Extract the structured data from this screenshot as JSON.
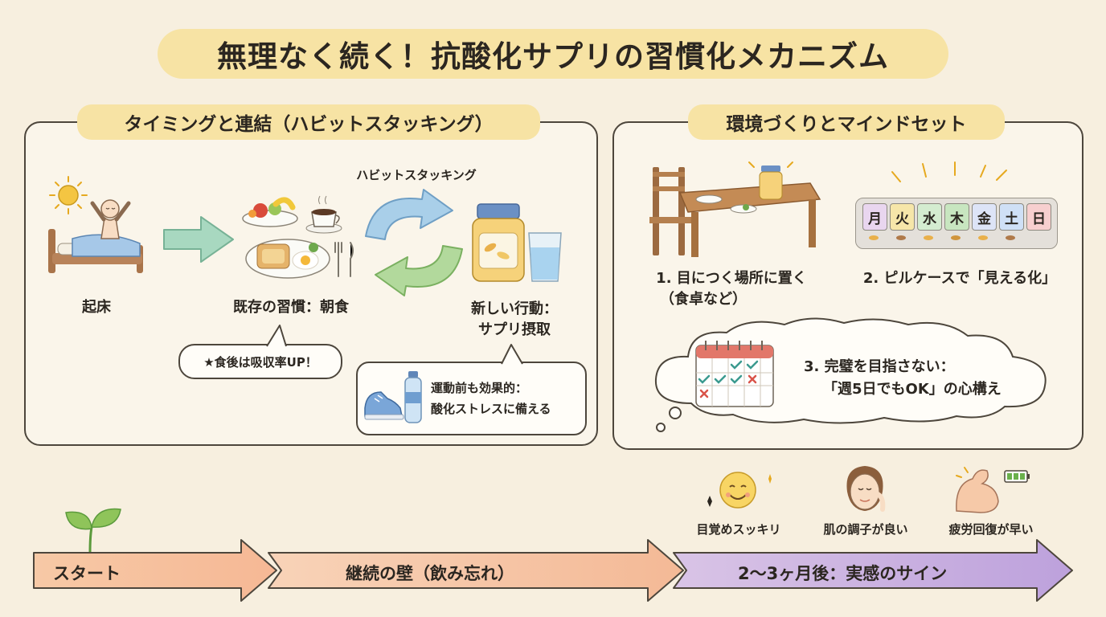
{
  "title": "無理なく続く！抗酸化サプリの習慣化メカニズム",
  "left_panel": {
    "title": "タイミングと連結（ハビットスタッキング）",
    "wake_label": "起床",
    "existing_habit_label": "既存の習慣：朝食",
    "cycle_label": "ハビットスタッキング",
    "new_action_line1": "新しい行動：",
    "new_action_line2": "サプリ摂取",
    "tip_bubble": "★食後は吸収率UP！",
    "exercise_line1": "運動前も効果的：",
    "exercise_line2": "酸化ストレスに備える"
  },
  "right_panel": {
    "title": "環境づくりとマインドセット",
    "item1_line1": "1. 目につく場所に置く",
    "item1_line2": "（食卓など）",
    "item2": "2. ピルケースで「見える化」",
    "pill_days": [
      "月",
      "火",
      "水",
      "木",
      "金",
      "土",
      "日"
    ],
    "pill_colors": [
      "#e9d6ef",
      "#f6e6a9",
      "#d4ecd0",
      "#c8e6c0",
      "#dde4f7",
      "#cfe0f6",
      "#f7cfcf"
    ],
    "item3_line1": "3. 完璧を目指さない：",
    "item3_line2": "「週5日でもOK」の心構え"
  },
  "signs": {
    "awake": "目覚めスッキリ",
    "skin": "肌の調子が良い",
    "recovery": "疲労回復が早い"
  },
  "timeline": {
    "start": "スタート",
    "wall": "継続の壁（飲み忘れ）",
    "result": "2〜3ヶ月後：実感のサイン"
  }
}
